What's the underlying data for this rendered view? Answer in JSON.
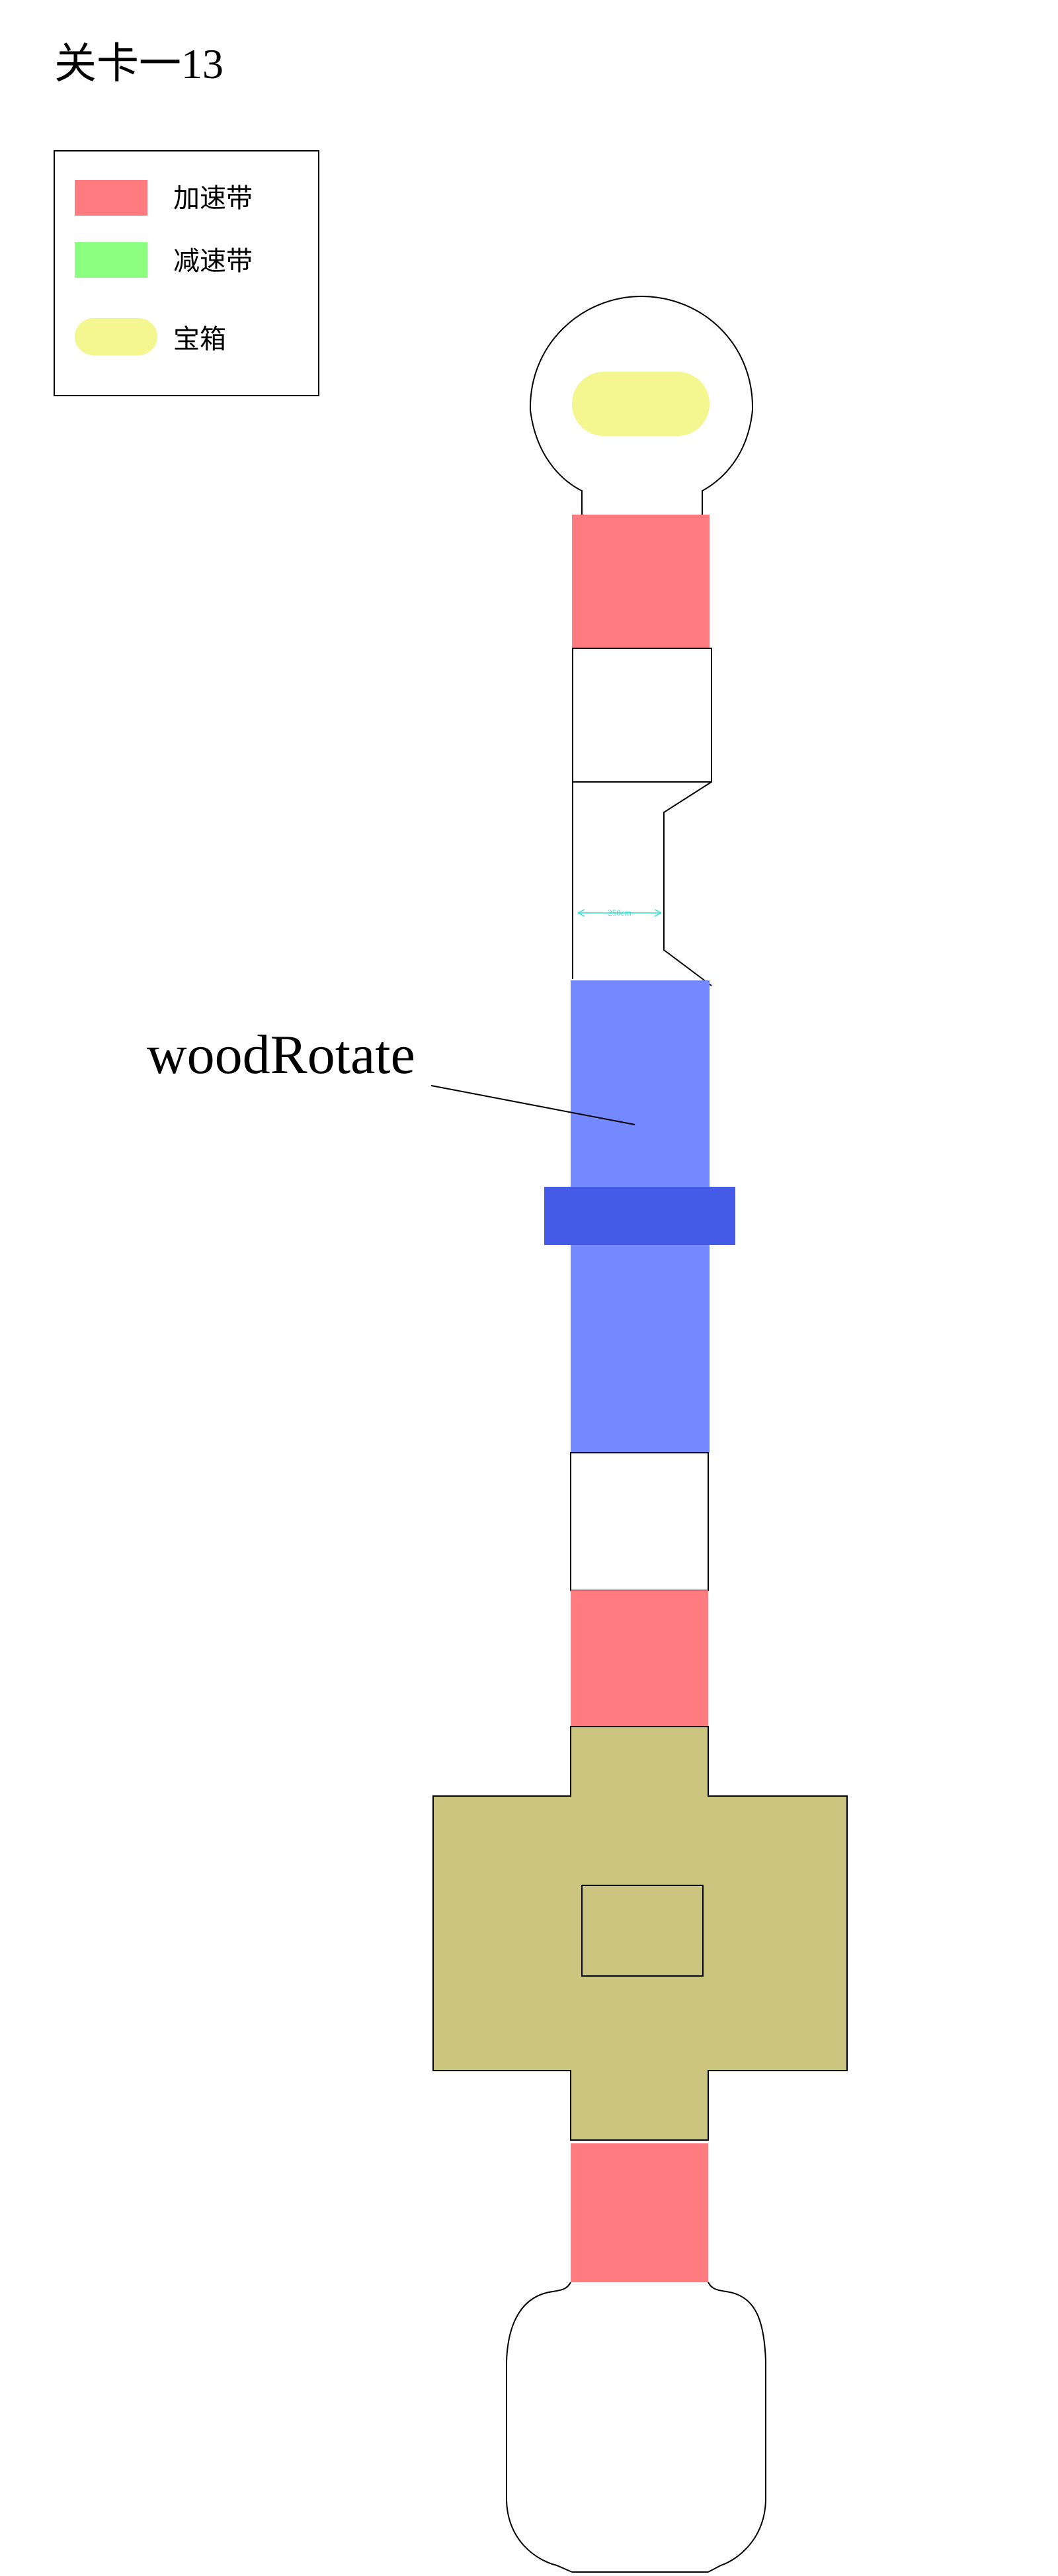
{
  "title": "关卡一13",
  "legend": {
    "items": [
      {
        "label": "加速带",
        "color": "#ff7b80",
        "shape": "rect"
      },
      {
        "label": "减速带",
        "color": "#8cff80",
        "shape": "rect"
      },
      {
        "label": "宝箱",
        "color": "#f4f78f",
        "shape": "pill"
      }
    ]
  },
  "annotations": {
    "obstacle_label": "woodRotate",
    "gap_measure": "250cm"
  },
  "colors": {
    "speed_up": "#ff7b80",
    "slow_down": "#8cff80",
    "treasure": "#f4f78f",
    "wood_lane": "#7489ff",
    "wood_bar": "#465ce8",
    "platform": "#cbc57f",
    "measure": "#33e0c9"
  }
}
